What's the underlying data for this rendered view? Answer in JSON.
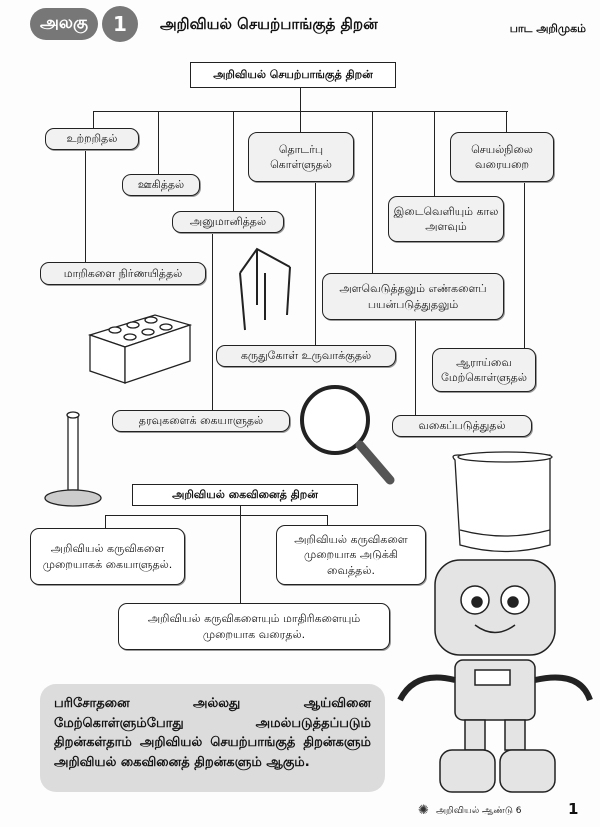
{
  "header": {
    "unit_label": "அலகு",
    "unit_number": "1",
    "title": "அறிவியல் செயற்பாங்குத் திறன்",
    "section": "பாட அறிமுகம்"
  },
  "process_skills": {
    "root": "அறிவியல் செயற்பாங்குத் திறன்",
    "items": [
      "உற்றறிதல்",
      "ஊகித்தல்",
      "அனுமானித்தல்",
      "தொடர்பு கொள்ளுதல்",
      "அளவெடுத்தலும் எண்களைப் பயன்படுத்துதலும்",
      "இடைவெளியும் கால அளவும்",
      "செயல்நிலை வரையறை",
      "மாறிகளை நிர்ணயித்தல்",
      "தரவுகளைக் கையாளுதல்",
      "கருதுகோள் உருவாக்குதல்",
      "வகைப்படுத்துதல்",
      "ஆராய்வை மேற்கொள்ளுதல்"
    ]
  },
  "manipulative_skills": {
    "root": "அறிவியல் கைவினைத் திறன்",
    "items": [
      "அறிவியல் கருவிகளை முறையாகக் கையாளுதல்.",
      "அறிவியல் கருவிகளை முறையாக அடுக்கி வைத்தல்.",
      "அறிவியல் கருவிகளையும் மாதிரிகளையும் முறையாக வரைதல்."
    ]
  },
  "bubble_text": "பரிசோதனை அல்லது ஆய்வினை மேற்கொள்ளும்போது அமல்படுத்தப்படும் திறன்கள்தாம் அறிவியல் செயற்பாங்குத் திறன்களும் அறிவியல் கைவினைத் திறன்களும் ஆகும்.",
  "footer": {
    "book": "அறிவியல் ஆண்டு 6",
    "page": "1"
  }
}
